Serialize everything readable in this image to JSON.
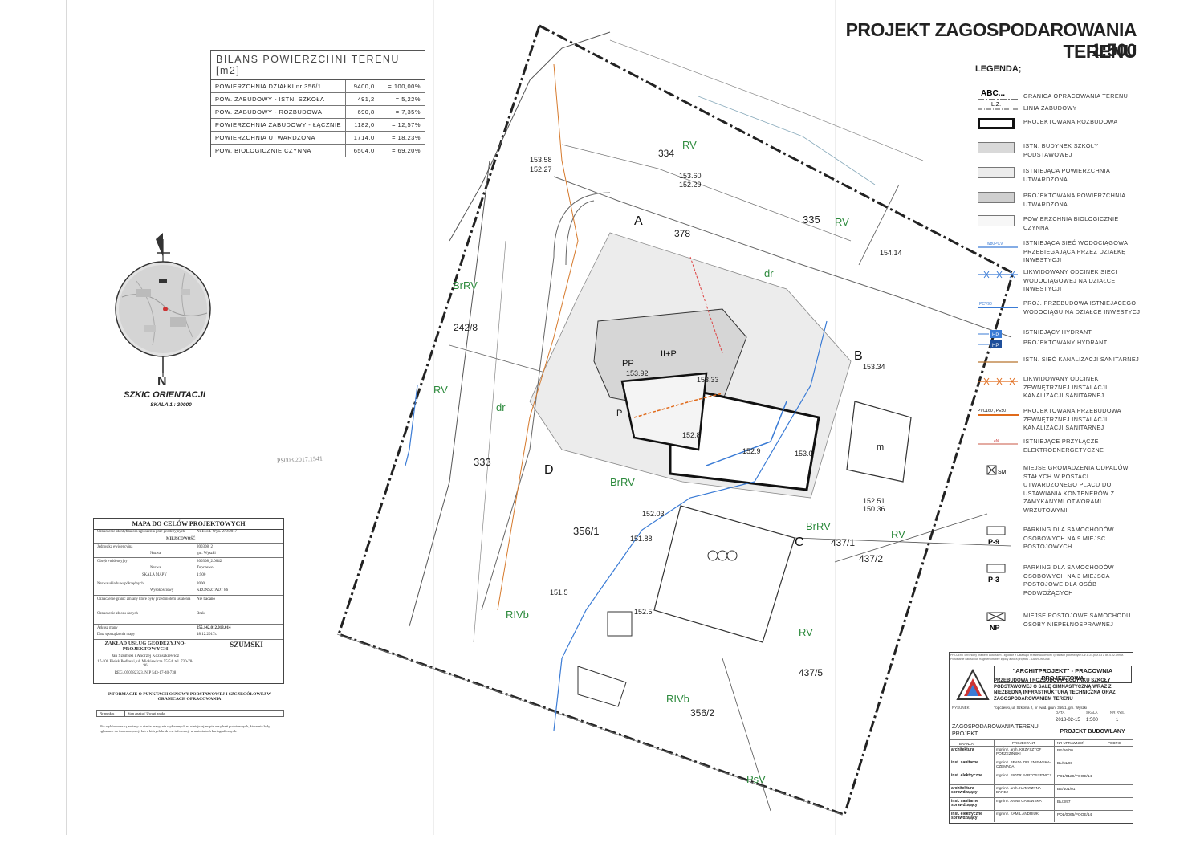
{
  "title": "PROJEKT ZAGOSPODAROWANIA TERENU",
  "scale": "1:500",
  "balance": {
    "header": "BILANS POWIERZCHNI TERENU [m2]",
    "rows": [
      {
        "label": "POWIERZCHNIA DZIAŁKI nr 356/1",
        "value": "9400,0",
        "percent": "= 100,00%"
      },
      {
        "label": "POW. ZABUDOWY - ISTN. SZKOŁA",
        "value": "491,2",
        "percent": "= 5,22%"
      },
      {
        "label": "POW. ZABUDOWY - ROZBUDOWA",
        "value": "690,8",
        "percent": "= 7,35%"
      },
      {
        "label": "POWIERZCHNIA ZABUDOWY - ŁĄCZNIE",
        "value": "1182,0",
        "percent": "= 12,57%"
      },
      {
        "label": "POWIERZCHNIA UTWARDZONA",
        "value": "1714,0",
        "percent": "= 18,23%"
      },
      {
        "label": "POW. BIOLOGICZNIE CZYNNA",
        "value": "6504,0",
        "percent": "= 69,20%"
      }
    ]
  },
  "orientation": {
    "label": "SZKIC ORIENTACJI",
    "scale": "SKALA 1 : 30000",
    "north": "N"
  },
  "map_box": {
    "title": "MAPA DO CELÓW PROJEKTOWYCH",
    "rows": [
      {
        "label": "Oznaczenie identyfikatora zgłoszenia prac geodezyjnych",
        "value": "Nr Ewid. Wyk. 279/2017"
      },
      {
        "label": "MIEJSCOWOŚĆ",
        "value": ""
      },
      {
        "label": "Jednostka ewidencyjna",
        "value": "200308_2"
      },
      {
        "label": "Nazwa",
        "value": "gm. Wyszki"
      },
      {
        "label": "Obręb ewidencyjny",
        "value": "200308_2.0042"
      },
      {
        "label": "Nazwa",
        "value": "Topczewo"
      },
      {
        "label": "SKALA MAPY",
        "value": "1:500"
      },
      {
        "label": "Nazwa układu współrzędnych",
        "value": "2000"
      },
      {
        "label": "Wysokościowy",
        "value": "KRONSZTADT 86"
      },
      {
        "label": "Oznaczenie granic zmiany które były przedmiotem ustalenia",
        "value": "Nie badano"
      },
      {
        "label": "Oznaczenie zbioru danych",
        "value": "Brak"
      },
      {
        "label": "Arkusz mapy",
        "value": "255.142.012.013.014"
      },
      {
        "label": "Data sporządzenia mapy",
        "value": "18.12.2017r."
      }
    ],
    "stamp": "ZAKŁAD USŁUG GEODEZYJNO-PROJEKTOWYCH",
    "stamp_person": "Jan Szumski i Andrzej Kozuszkiewicz",
    "stamp_addr": "17-100 Bielsk Podlaski, ul. Mickiewicza 55/54, tel. 730-78-96",
    "stamp_reg": "REG. 050582323, NIP 543-17-40-738",
    "signature": "SZUMSKI"
  },
  "info": {
    "title": "INFORMACJE O PUNKTACH OSNOWY PODSTAWOWEJ I SZCZEGÓŁOWEJ W GRANICACH OPRACOWANIA",
    "col1": "Nr punktu",
    "col2": "Stan znaku / Uwagi znaku",
    "note": "Nie wykluczone są zmiany w stanie mapy, nie wykazanych na niniejszej mapie urządzeń podziemnych, które nie były zgłaszane do inwentaryzacji lub o których brak jest informacji w materiałach kartograficznych."
  },
  "legend": {
    "header": "LEGENDA;",
    "items": [
      {
        "text": "GRANICA OPRACOWANIA TERENU",
        "icon": "dash-dot-boundary",
        "sym_label": "ABC..."
      },
      {
        "text": "LINIA ZABUDOWY",
        "icon": "building-line",
        "sym_label": "L.Z."
      },
      {
        "text": "PROJEKTOWANA ROZBUDOWA",
        "icon": "thick-rect"
      },
      {
        "text": "ISTN. BUDYNEK SZKOŁY PODSTAWOWEJ",
        "icon": "dotted-rect"
      },
      {
        "text": "ISTNIEJĄCA POWIERZCHNIA UTWARDZONA",
        "icon": "hatched-rect"
      },
      {
        "text": "PROJEKTOWANA POWIERZCHNIA UTWARDZONA",
        "icon": "grey-rect"
      },
      {
        "text": "POWIERZCHNIA BIOLOGICZNIE CZYNNA",
        "icon": "plain-rect"
      },
      {
        "text": "ISTNIEJĄCA SIEĆ WODOCIĄGOWA PRZEBIEGAJĄCA PRZEZ DZIAŁKĘ INWESTYCJI",
        "icon": "blue-line",
        "sym_label": "w80PCV"
      },
      {
        "text": "LIKWIDOWANY ODCINEK SIECI WODOCIĄGOWEJ NA DZIAŁCE INWESTYCJI",
        "icon": "blue-cross-line"
      },
      {
        "text": "PROJ. PRZEBUDOWA ISTNIEJĄCEGO WODOCIĄGU NA DZIAŁCE INWESTYCJI",
        "icon": "blue-thick-line",
        "sym_label": "PCV90"
      },
      {
        "text": "ISTNIEJĄCY HYDRANT",
        "icon": "hydrant-existing",
        "sym_label": "HP"
      },
      {
        "text": "PROJEKTOWANY HYDRANT",
        "icon": "hydrant-proposed",
        "sym_label": "HP"
      },
      {
        "text": "ISTN. SIEĆ KANALIZACJI SANITARNEJ",
        "icon": "brown-line"
      },
      {
        "text": "LIKWIDOWANY ODCINEK ZEWNĘTRZNEJ INSTALACJI KANALIZACJI SANITARNEJ",
        "icon": "orange-cross-line"
      },
      {
        "text": "PROJEKTOWANA PRZEBUDOWA ZEWNĘTRZNEJ INSTALACJI KANALIZACJI SANITARNEJ",
        "icon": "orange-thick-line",
        "sym_label": "PVC160 , PE50"
      },
      {
        "text": "ISTNIEJĄCE PRZYŁĄCZE ELEKTROENERGETYCZNE",
        "icon": "red-line",
        "sym_label": "eN"
      },
      {
        "text": "MIEJSE GROMADZENIA ODPADÓW STAŁYCH W POSTACI UTWARDZONEGO PLACU DO USTAWIANIA KONTENERÓW Z ZAMYKANYMI OTWORAMI WRZUTOWYMI",
        "icon": "waste-box",
        "sym_label": "SM"
      },
      {
        "text": "PARKING DLA SAMOCHODÓW OSOBOWYCH NA 9 MIEJSC POSTOJOWYCH",
        "icon": "parking-box",
        "sym_label": "P-9"
      },
      {
        "text": "PARKING DLA SAMOCHODÓW OSOBOWYCH NA 3 MIEJSCA POSTOJOWE DLA OSÓB PODWOŻĄCYCH",
        "icon": "parking-box",
        "sym_label": "P-3"
      },
      {
        "text": "MIEJSE POSTOJOWE SAMOCHODU OSOBY NIEPEŁNOSPRAWNEJ",
        "icon": "disabled-parking-box",
        "sym_label": "NP"
      }
    ]
  },
  "title_block": {
    "header": "PROJEKT chroniony prawem autorskim - zgodnie z Ustawą o Prawie Autorskim i prawach pokrewnych Dz.U.24.poz.83 z dn.4.02.1994r. Powielanie całości lub fragmentów bez zgody autora projektu - ZABRONIONE",
    "firm": "\"ARCHITPROJEKT\" - PRACOWNIA PROJEKTOWA",
    "description": "PRZEBUDOWA I ROZBUDOWA BUDYNKU SZKOŁY PODSTAWOWEJ O SALĘ GIMNASTYCZNĄ WRAZ Z NIEZBĘDNĄ INFRASTRUKTURĄ TECHNICZNĄ ORAZ ZAGOSPODAROWANIEM TERENU",
    "address": "Topczewo, ul. Szkolna 2, nr ewid. grun. 356/1, gm. Wyszki",
    "drawing_label": "RYSUNEK",
    "date_label": "DATA",
    "date": "2018-02-15",
    "scale_label": "SKALA",
    "scale": "1:500",
    "nr_label": "NR RYS.",
    "nr": "1",
    "drawing_name": "ZAGOSPODAROWANIA TERENU",
    "drawing_prefix": "PROJEKT",
    "stage": "PROJEKT BUDOWLANY",
    "col_branza": "BRANŻA",
    "col_projektant": "PROJEKTANT",
    "col_uprawnien": "NR UPRAWNIEŃ",
    "col_podpis": "PODPIS",
    "rows": [
      {
        "branza": "architektura",
        "name": "mgr inż. arch. KRZYSZTOF PORZEZIŃSKI",
        "nr": "BE/66/00"
      },
      {
        "branza": "inst. sanitarne",
        "name": "mgr inż. BEATA ZIELENIEWSKA-CZEMADA",
        "nr": "BŁ/51/98"
      },
      {
        "branza": "inst. elektryczne",
        "name": "mgr inż. PIOTR BARTOSZEWICZ",
        "nr": "PDL/0129/POOE/14"
      },
      {
        "branza": "architektura sprawdzający",
        "name": "mgr inż. arch. KATARZYNA BAREJ",
        "nr": "BE/101/01"
      },
      {
        "branza": "inst. sanitarne sprawdzający",
        "name": "mgr inż. ANNA GAJEWSKA",
        "nr": "BŁ/3/97"
      },
      {
        "branza": "inst. elektryczne sprawdzający",
        "name": "mgr inż. KAMIL ANDRIUK",
        "nr": "PDL/0065/POOE/14"
      }
    ]
  },
  "plan": {
    "parcels": [
      "356/1",
      "333",
      "335",
      "334",
      "378",
      "242/8",
      "437/1",
      "437/2",
      "437/5",
      "356/2"
    ],
    "land_classes": [
      "RV",
      "BrRV",
      "RIVb",
      "PsV",
      "dr"
    ],
    "points": [
      "A",
      "B",
      "C",
      "D"
    ],
    "elevations": [
      "153.92",
      "152.8",
      "152.9",
      "153.33",
      "152.03",
      "151.88",
      "152.51",
      "150.36",
      "153.58",
      "152.27",
      "153.60",
      "152.29",
      "154.14",
      "153.34",
      "151.5",
      "152.5"
    ],
    "labels": [
      "II+P",
      "P",
      "m",
      "PP",
      "153.0"
    ],
    "stamp_text": "PS003.2017.1541"
  }
}
